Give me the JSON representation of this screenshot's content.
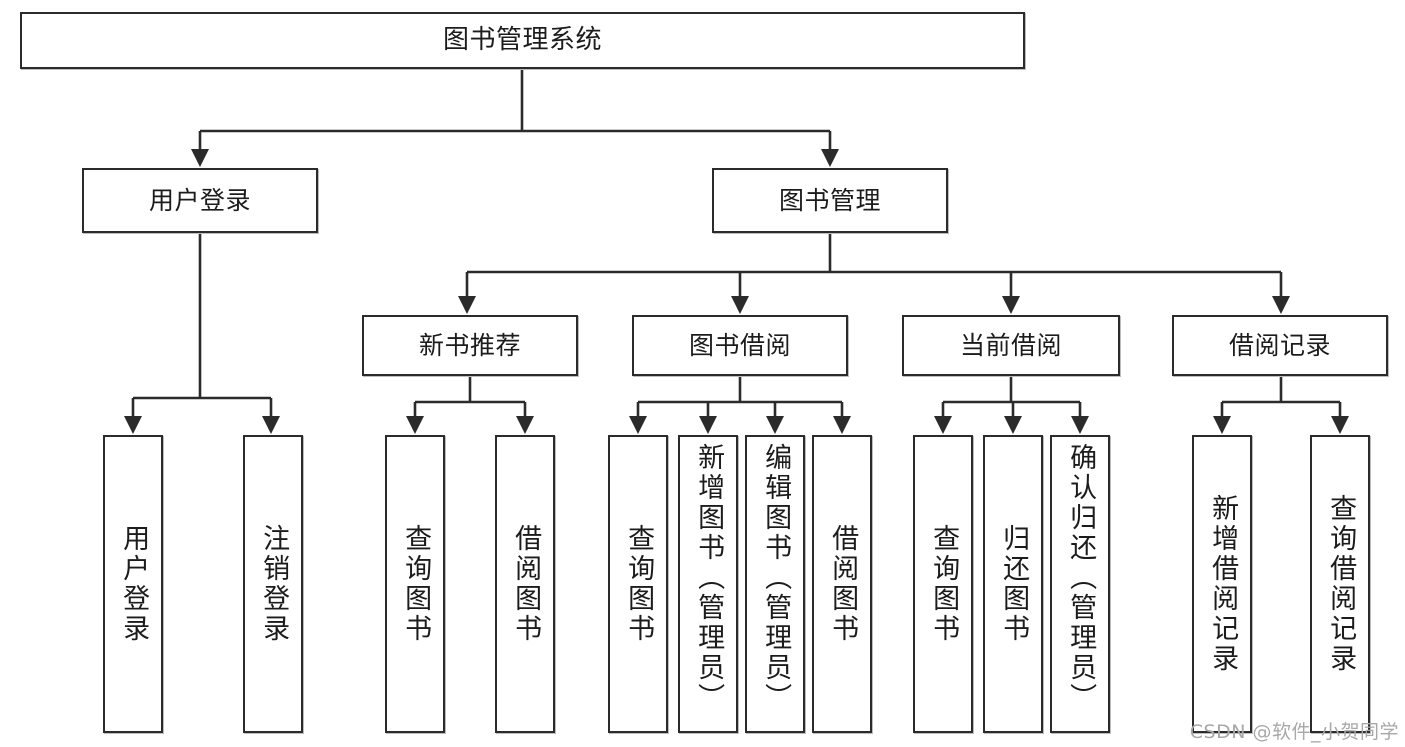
{
  "diagram": {
    "title": "图书管理系统",
    "watermark": "CSDN @软件_小贺同学",
    "style": {
      "border_color": "#2b2b2b",
      "fill_color": "#ffffff",
      "text_color": "#1c1c1c",
      "watermark_color": "#a8a8a8",
      "background": "#ffffff"
    },
    "levels": {
      "root": "图书管理系统",
      "level2": [
        "用户登录",
        "图书管理"
      ],
      "level3": [
        "新书推荐",
        "图书借阅",
        "当前借阅",
        "借阅记录"
      ]
    },
    "nodes": {
      "root": {
        "label": "图书管理系统"
      },
      "user_login": {
        "label": "用户登录"
      },
      "book_manage": {
        "label": "图书管理"
      },
      "new_book_rec": {
        "label": "新书推荐"
      },
      "book_borrow": {
        "label": "图书借阅"
      },
      "current_borrow": {
        "label": "当前借阅"
      },
      "borrow_record": {
        "label": "借阅记录"
      }
    },
    "leaves": {
      "user_login": [
        {
          "label": "用户登录"
        },
        {
          "label": "注销登录"
        }
      ],
      "new_book_rec": [
        {
          "label": "查询图书"
        },
        {
          "label": "借阅图书"
        }
      ],
      "book_borrow": [
        {
          "label": "查询图书"
        },
        {
          "label": "新增图书（管理员）"
        },
        {
          "label": "编辑图书（管理员）"
        },
        {
          "label": "借阅图书"
        }
      ],
      "current_borrow": [
        {
          "label": "查询图书"
        },
        {
          "label": "归还图书"
        },
        {
          "label": "确认归还（管理员）"
        }
      ],
      "borrow_record": [
        {
          "label": "新增借阅记录"
        },
        {
          "label": "查询借阅记录"
        }
      ]
    }
  }
}
